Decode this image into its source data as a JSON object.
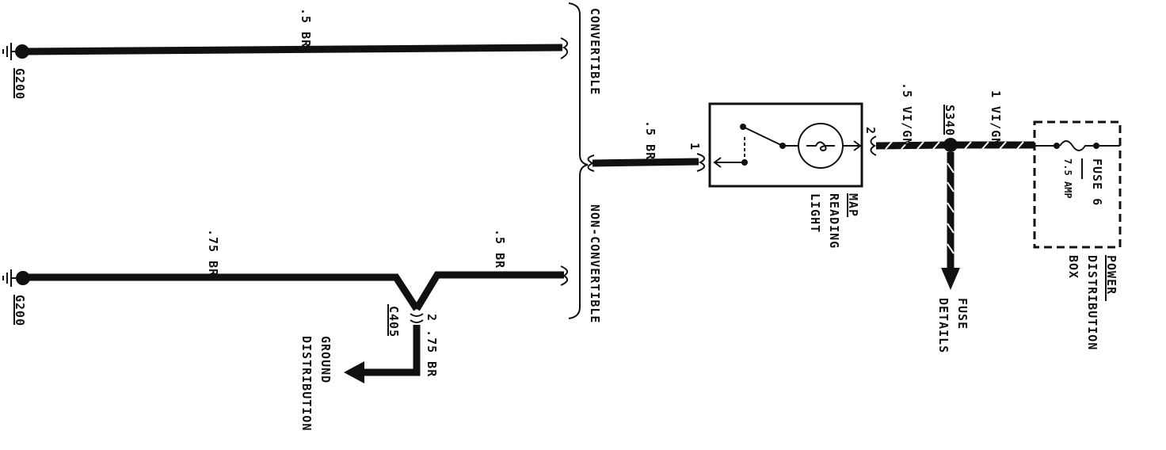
{
  "grounds": {
    "top": "G200",
    "bottom": "G200"
  },
  "wires": {
    "top_ground_wire": ".5 BR",
    "bottom_ground_wire": ".75 BR",
    "non_conv_wire": ".5 BR",
    "to_ground_dist_wire": "2 .75 BR",
    "light_ground_wire": ".5 BR",
    "light_to_splice_wire": ".5 VI/GN",
    "splice_to_fuse_wire": "1 VI/GN"
  },
  "connectors": {
    "c405": "C405",
    "s340": "S340"
  },
  "pins": {
    "light_pin1": "1",
    "light_pin2": "2"
  },
  "options": {
    "convertible": "CONVERTIBLE",
    "non_convertible": "NON-CONVERTIBLE"
  },
  "components": {
    "map_light": [
      "MAP",
      "READING",
      "LIGHT"
    ],
    "fuse": {
      "name": "FUSE 6",
      "rating": "7.5 AMP"
    },
    "power_box": [
      "POWER",
      "DISTRIBUTION",
      "BOX"
    ]
  },
  "destinations": {
    "ground_distribution": [
      "GROUND",
      "DISTRIBUTION"
    ],
    "fuse_details": [
      "FUSE",
      "DETAILS"
    ]
  },
  "colors": {
    "ink": "#111111",
    "paper": "#ffffff"
  }
}
